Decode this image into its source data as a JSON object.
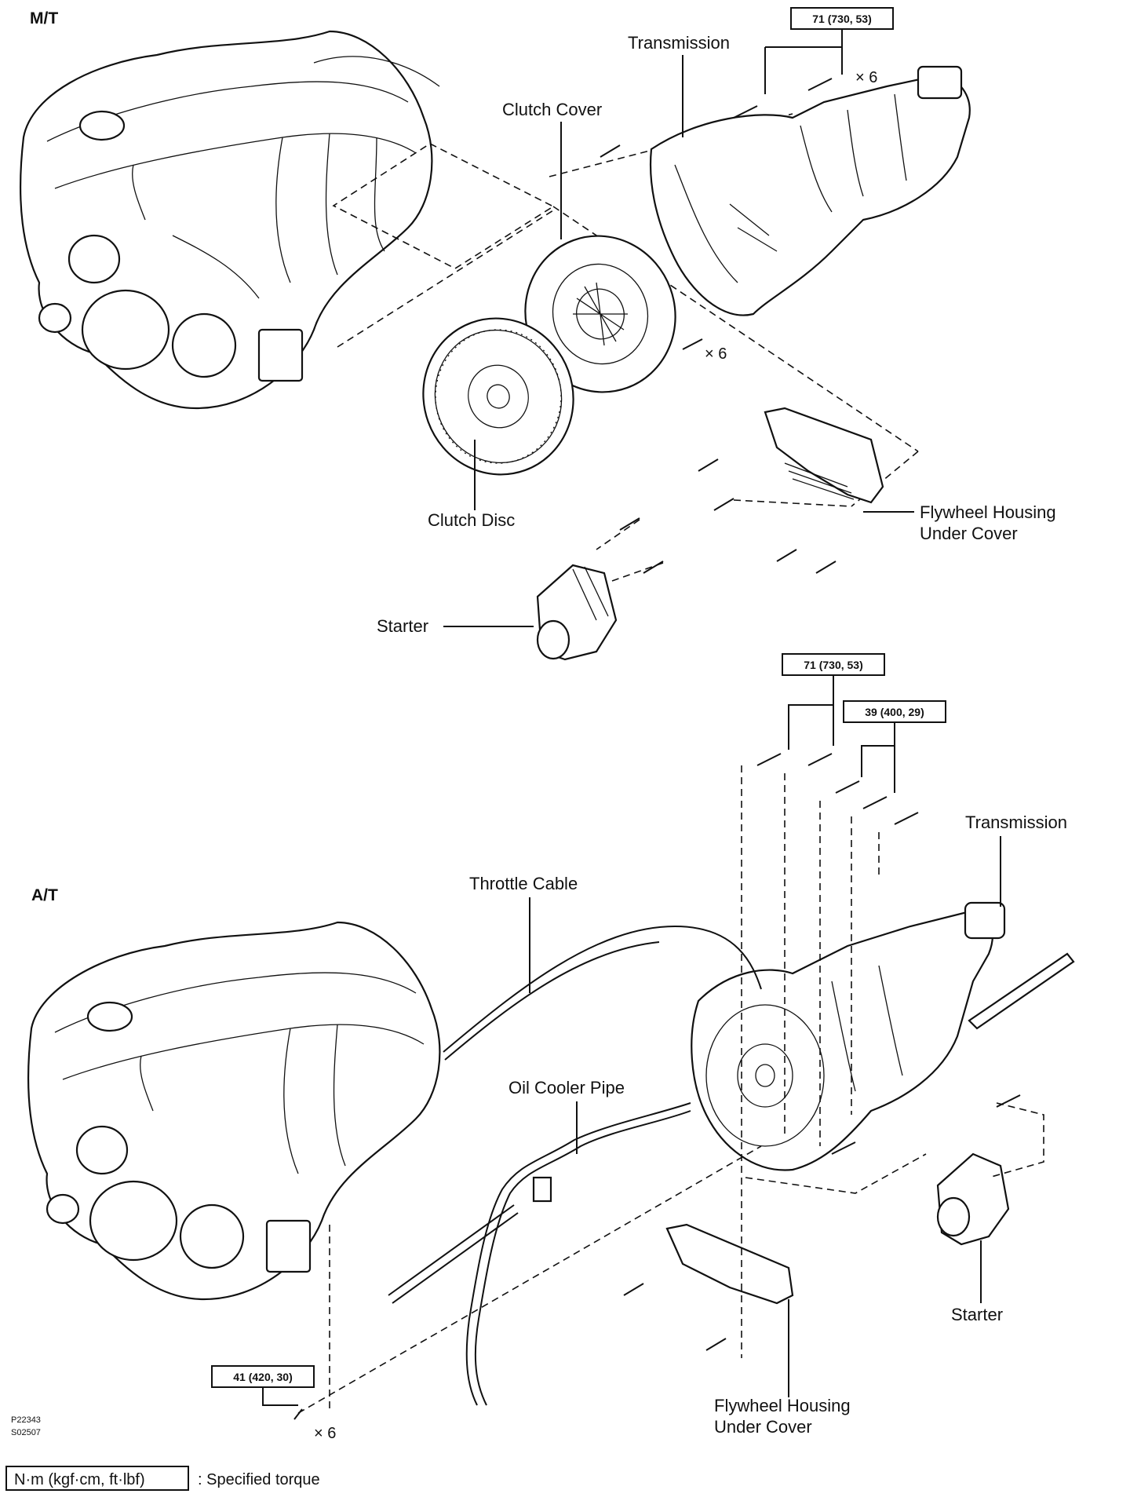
{
  "sections": {
    "mt": "M/T",
    "at": "A/T"
  },
  "mt": {
    "transmission": "Transmission",
    "clutch_cover": "Clutch Cover",
    "clutch_disc": "Clutch Disc",
    "flywheel_cover_line1": "Flywheel Housing",
    "flywheel_cover_line2": "Under Cover",
    "starter": "Starter",
    "torque_trans": "71 (730, 53)",
    "qty_trans_bolts": "× 6",
    "qty_cover_bolts": "× 6"
  },
  "at": {
    "transmission": "Transmission",
    "throttle_cable": "Throttle Cable",
    "oil_cooler_pipe": "Oil Cooler Pipe",
    "flywheel_cover_line1": "Flywheel Housing",
    "flywheel_cover_line2": "Under Cover",
    "starter": "Starter",
    "torque_upper": "71 (730, 53)",
    "torque_mid": "39 (400, 29)",
    "torque_lower": "41 (420, 30)",
    "qty_lower_bolts": "× 6"
  },
  "codes": {
    "line1": "P22343",
    "line2": "S02507"
  },
  "legend": {
    "unit_box": "N·m (kgf·cm, ft·lbf)",
    "text": ": Specified torque"
  }
}
